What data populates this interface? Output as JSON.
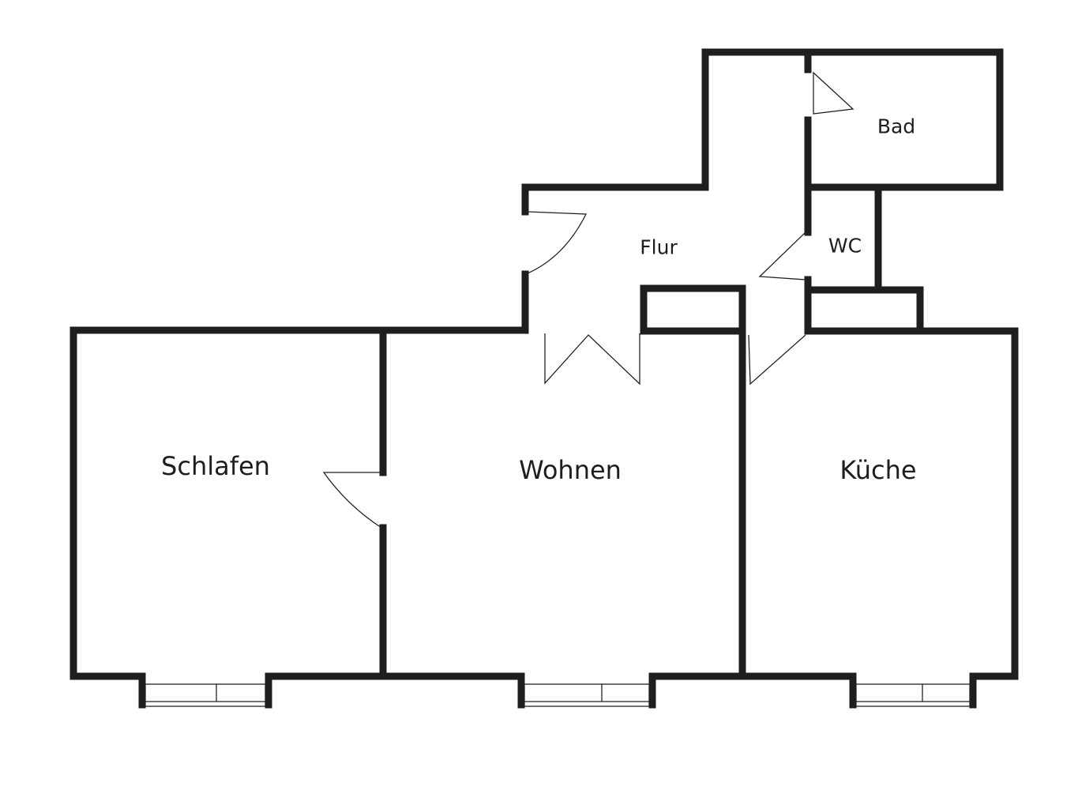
{
  "rooms": {
    "schlafen": "Schlafen",
    "wohnen": "Wohnen",
    "kueche": "Küche",
    "flur": "Flur",
    "wc": "WC",
    "bad": "Bad"
  },
  "colors": {
    "wall": "#1e1e1e",
    "background": "#ffffff"
  }
}
